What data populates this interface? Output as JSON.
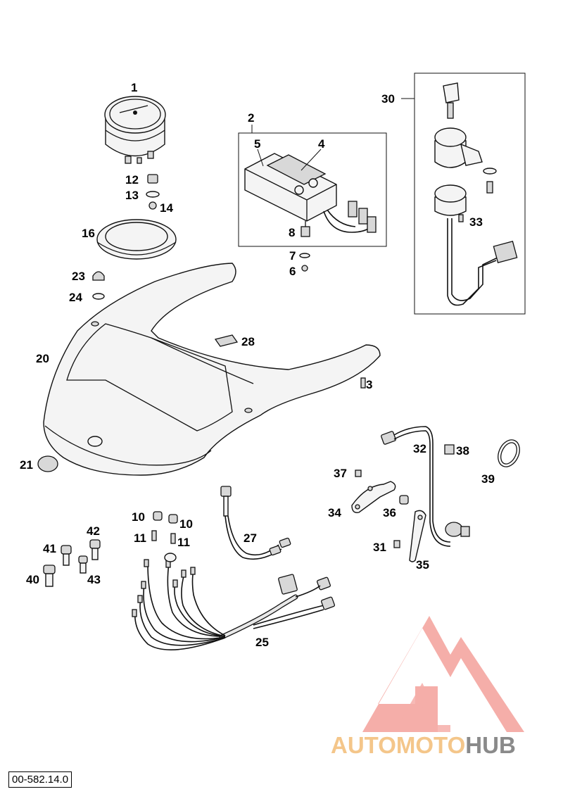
{
  "diagram": {
    "code": "00-582.14.0",
    "callouts": {
      "c1": "1",
      "c2": "2",
      "c3": "3",
      "c4": "4",
      "c5": "5",
      "c6": "6",
      "c7": "7",
      "c8": "8",
      "c10a": "10",
      "c10b": "10",
      "c11a": "11",
      "c11b": "11",
      "c12": "12",
      "c13": "13",
      "c14": "14",
      "c16": "16",
      "c20": "20",
      "c21": "21",
      "c23": "23",
      "c24": "24",
      "c25": "25",
      "c27": "27",
      "c28": "28",
      "c30": "30",
      "c31": "31",
      "c32": "32",
      "c33": "33",
      "c34": "34",
      "c35": "35",
      "c36": "36",
      "c37": "37",
      "c38": "38",
      "c39": "39",
      "c40": "40",
      "c41": "41",
      "c42": "42",
      "c43": "43"
    }
  },
  "watermark": {
    "part1": "AUTOMOTO",
    "part2": "HUB",
    "colors": {
      "triangle": "#f4a6a0",
      "text_accent": "#f4c68a",
      "text_grey": "#8a8a8a"
    }
  }
}
